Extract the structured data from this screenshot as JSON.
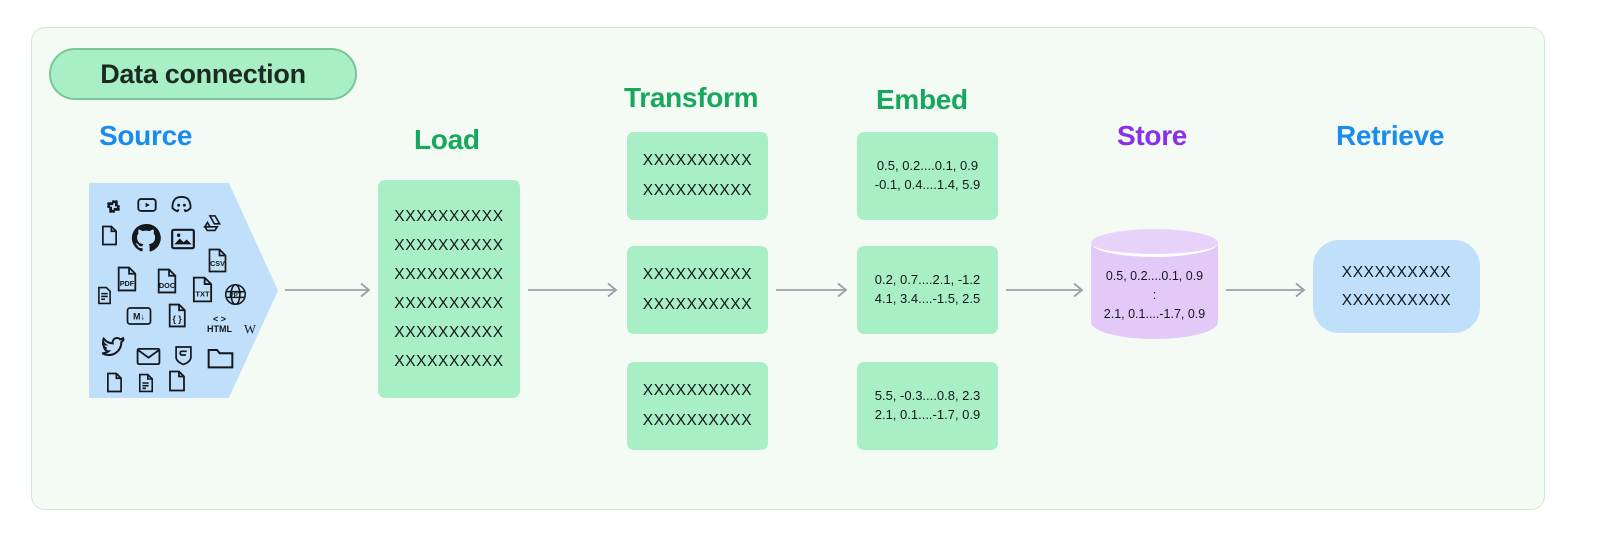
{
  "diagram": {
    "badge_label": "Data connection",
    "colors": {
      "panel_bg": "#f4fbf4",
      "panel_border": "#cfead3",
      "green_fill": "#a9efc5",
      "blue_fill": "#bfdffa",
      "purple_fill": "#e2c9f8",
      "header_blue": "#1a8cf0",
      "header_green": "#16a85c",
      "header_purple": "#8b2fe8",
      "arrow_gray": "#9aa0a6",
      "text_dark": "#14181c"
    },
    "headers": {
      "source": "Source",
      "load": "Load",
      "transform": "Transform",
      "embed": "Embed",
      "store": "Store",
      "retrieve": "Retrieve"
    },
    "source": {
      "icons": [
        "slack-icon",
        "youtube-icon",
        "discord-icon",
        "file-icon",
        "github-icon",
        "image-icon",
        "google-drive-icon",
        "csv-file-icon",
        "document-lines-icon",
        "pdf-file-icon",
        "doc-file-icon",
        "txt-file-icon",
        "ppt-file-icon",
        "markdown-icon",
        "json-icon",
        "html-icon",
        "wikipedia-icon",
        "twitter-icon",
        "email-icon",
        "css-icon",
        "folder-icon",
        "file-blank-icon",
        "file-text-icon",
        "file-corner-icon"
      ]
    },
    "load": {
      "lines": [
        "XXXXXXXXXX",
        "XXXXXXXXXX",
        "XXXXXXXXXX",
        "XXXXXXXXXX",
        "XXXXXXXXXX",
        "XXXXXXXXXX"
      ]
    },
    "transform": {
      "boxes": [
        {
          "lines": [
            "XXXXXXXXXX",
            "XXXXXXXXXX"
          ]
        },
        {
          "lines": [
            "XXXXXXXXXX",
            "XXXXXXXXXX"
          ]
        },
        {
          "lines": [
            "XXXXXXXXXX",
            "XXXXXXXXXX"
          ]
        }
      ]
    },
    "embed": {
      "boxes": [
        {
          "lines": [
            "0.5, 0.2....0.1, 0.9",
            "-0.1, 0.4....1.4, 5.9"
          ]
        },
        {
          "lines": [
            "0.2, 0.7....2.1, -1.2",
            "4.1, 3.4....-1.5, 2.5"
          ]
        },
        {
          "lines": [
            "5.5, -0.3....0.8, 2.3",
            "2.1, 0.1....-1.7, 0.9"
          ]
        }
      ]
    },
    "store": {
      "lines": [
        "0.5, 0.2....0.1, 0.9",
        ":",
        "2.1, 0.1....-1.7, 0.9"
      ]
    },
    "retrieve": {
      "lines": [
        "XXXXXXXXXX",
        "XXXXXXXXXX"
      ]
    },
    "arrows": [
      {
        "name": "arrow-source-to-load"
      },
      {
        "name": "arrow-load-to-transform"
      },
      {
        "name": "arrow-transform-to-embed"
      },
      {
        "name": "arrow-embed-to-store"
      },
      {
        "name": "arrow-store-to-retrieve"
      }
    ]
  }
}
